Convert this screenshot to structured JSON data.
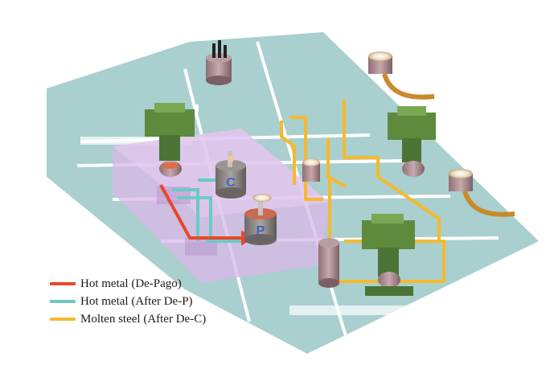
{
  "vessels": {
    "converter_c": {
      "letter": "C"
    },
    "converter_p": {
      "letter": "P"
    }
  },
  "legend": [
    {
      "label": "Hot metal (De-Pago)",
      "color": "#e8482c"
    },
    {
      "label": "Hot metal (After De-P)",
      "color": "#6ec9c6"
    },
    {
      "label": "Molten steel (After De-C)",
      "color": "#f6b92a"
    }
  ],
  "colors": {
    "floor": "#a9cfcf",
    "floor_line": "#ffffff",
    "platform": "#d9b8e8",
    "crane": "#5e8a3e",
    "ladle": "#a88a8e",
    "vessel": "#8f8a88",
    "arm": "#c98a2a"
  },
  "icons": [
    "ladle-icon",
    "crane-icon",
    "converter-icon",
    "tap-arm-icon"
  ]
}
